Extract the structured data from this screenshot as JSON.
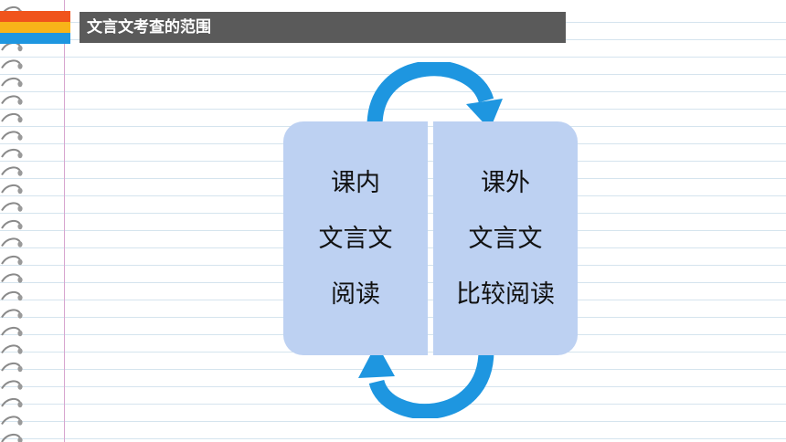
{
  "title": "文言文考查的范围",
  "left_panel": {
    "line1": "课内",
    "line2": "文言文",
    "line3": "阅读"
  },
  "right_panel": {
    "line1": "课外",
    "line2": "文言文",
    "line3": "比较阅读"
  },
  "colors": {
    "accent_orange": "#f0541c",
    "accent_yellow": "#f8b419",
    "accent_blue": "#1e96e0",
    "title_bar": "#5a5a5a",
    "panel_fill": "#bdd1f2",
    "arrow": "#1e96e0"
  },
  "icons": [
    "notebook-ring-icon",
    "cycle-arrow-top-icon",
    "cycle-arrow-bottom-icon"
  ]
}
